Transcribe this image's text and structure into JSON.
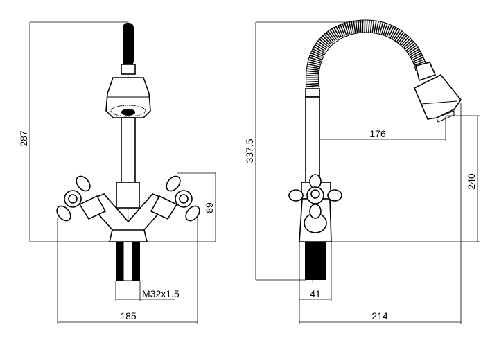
{
  "front_view": {
    "height_label": "287",
    "handle_height_label": "89",
    "thread_label": "M32x1.5",
    "width_label": "185"
  },
  "side_view": {
    "height_label": "337.5",
    "reach_label": "176",
    "spout_height_label": "240",
    "base_width_label": "41",
    "total_width_label": "214"
  }
}
